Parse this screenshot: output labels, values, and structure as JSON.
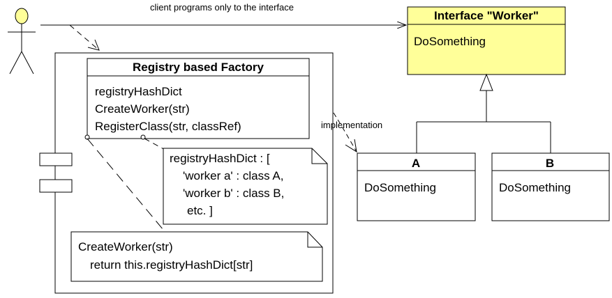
{
  "diagram": {
    "actor_label": "",
    "client_note": "client programs only to the interface",
    "implementation_label": "implementation",
    "interface": {
      "title": "Interface \"Worker\"",
      "method": "DoSomething",
      "fill": "#ffff99"
    },
    "factory": {
      "title": "Registry based Factory",
      "members": [
        "registryHashDict",
        "CreateWorker(str)",
        "RegisterClass(str, classRef)"
      ]
    },
    "note_registry": {
      "lines": [
        "registryHashDict : [",
        "'worker a' : class A,",
        "'worker b' : class B,",
        "etc. ]"
      ]
    },
    "note_create": {
      "lines": [
        "CreateWorker(str)",
        "return this.registryHashDict[str]"
      ]
    },
    "class_a": {
      "title": "A",
      "method": "DoSomething"
    },
    "class_b": {
      "title": "B",
      "method": "DoSomething"
    },
    "actor_color": "#ffff99"
  }
}
